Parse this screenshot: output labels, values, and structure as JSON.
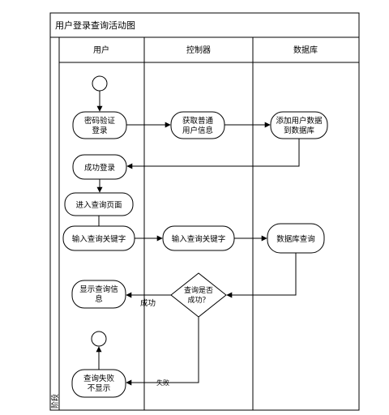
{
  "diagram": {
    "title": "用户登录查询活动图",
    "side_label": "阶段",
    "lanes": {
      "user": "用户",
      "controller": "控制器",
      "database": "数据库"
    },
    "nodes": {
      "password_login": [
        "密码验证",
        "登录"
      ],
      "get_user_info": [
        "获取普通",
        "用户信息"
      ],
      "add_user_data": [
        "添加用户数据",
        "到数据库"
      ],
      "login_success": "成功登录",
      "enter_query_page": "进入查询页面",
      "input_keyword_user": "输入查询关键字",
      "input_keyword_controller": "输入查询关键字",
      "db_query": "数据库查询",
      "query_success_decision": [
        "查询是否",
        "成功？"
      ],
      "show_query_info": [
        "显示查询信",
        "息"
      ],
      "query_fail": [
        "查询失败",
        "不显示"
      ]
    },
    "edge_labels": {
      "success": "成功",
      "failure": "失败"
    }
  }
}
